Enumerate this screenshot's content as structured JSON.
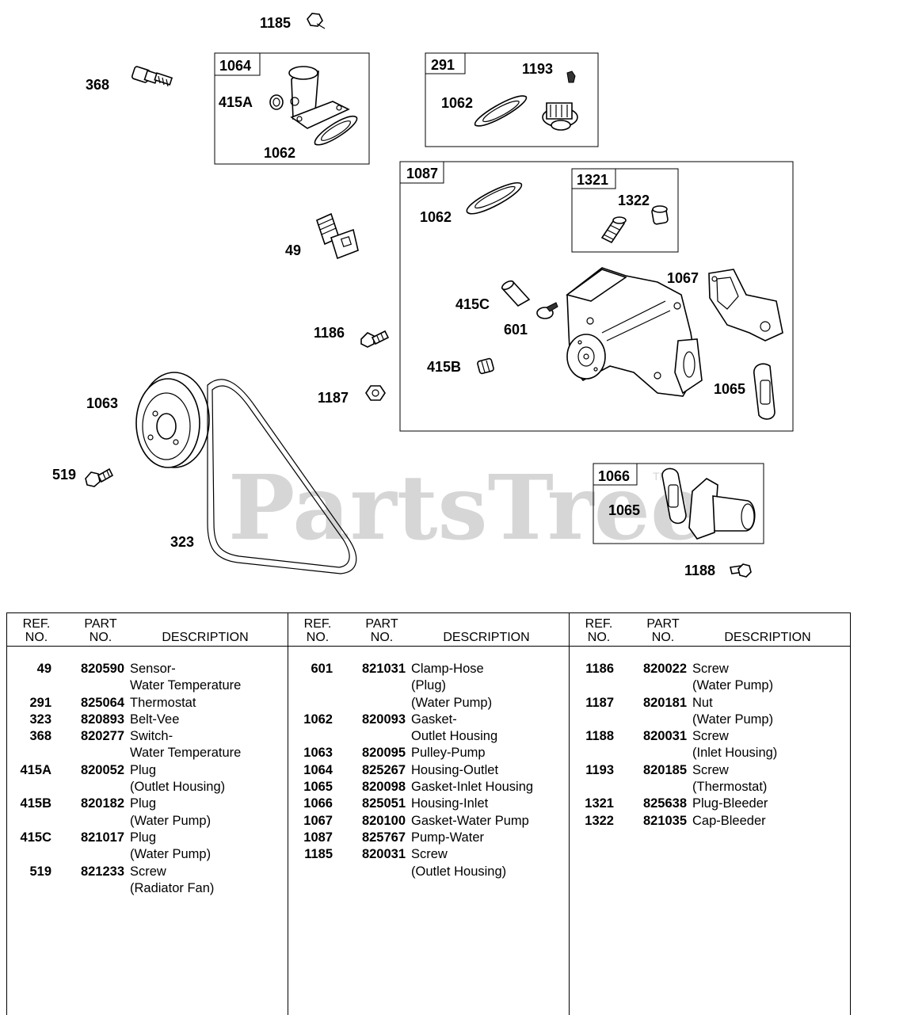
{
  "watermark": "PartsTree",
  "watermark_tm": "TM",
  "callouts": {
    "c1185_top": "1185",
    "c368": "368",
    "c415A": "415A",
    "c1062_a": "1062",
    "c1193": "1193",
    "c1062_b": "1062",
    "c1062_c": "1062",
    "c1322": "1322",
    "c49": "49",
    "c1067": "1067",
    "c415C": "415C",
    "c601": "601",
    "c1186": "1186",
    "c415B": "415B",
    "c1065_a": "1065",
    "c1187": "1187",
    "c1063": "1063",
    "c519": "519",
    "c1065_b": "1065",
    "c323": "323",
    "c1188": "1188"
  },
  "box_labels": {
    "b1064": "1064",
    "b291": "291",
    "b1087": "1087",
    "b1321": "1321",
    "b1066": "1066"
  },
  "table": {
    "headers": {
      "ref": [
        "REF.",
        "NO."
      ],
      "part": [
        "PART",
        "NO."
      ],
      "desc": "DESCRIPTION"
    },
    "columns": [
      [
        {
          "ref": "49",
          "part": "820590",
          "desc": [
            "Sensor-",
            "Water Temperature"
          ]
        },
        {
          "ref": "291",
          "part": "825064",
          "desc": [
            "Thermostat"
          ]
        },
        {
          "ref": "323",
          "part": "820893",
          "desc": [
            "Belt-Vee"
          ]
        },
        {
          "ref": "368",
          "part": "820277",
          "desc": [
            "Switch-",
            "Water Temperature"
          ]
        },
        {
          "ref": "415A",
          "part": "820052",
          "desc": [
            "Plug",
            "(Outlet Housing)"
          ]
        },
        {
          "ref": "415B",
          "part": "820182",
          "desc": [
            "Plug",
            "(Water Pump)"
          ]
        },
        {
          "ref": "415C",
          "part": "821017",
          "desc": [
            "Plug",
            "(Water Pump)"
          ]
        },
        {
          "ref": "519",
          "part": "821233",
          "desc": [
            "Screw",
            "(Radiator Fan)"
          ]
        }
      ],
      [
        {
          "ref": "601",
          "part": "821031",
          "desc": [
            "Clamp-Hose",
            "(Plug)",
            "(Water Pump)"
          ]
        },
        {
          "ref": "1062",
          "part": "820093",
          "desc": [
            "Gasket-",
            "Outlet Housing"
          ]
        },
        {
          "ref": "1063",
          "part": "820095",
          "desc": [
            "Pulley-Pump"
          ]
        },
        {
          "ref": "1064",
          "part": "825267",
          "desc": [
            "Housing-Outlet"
          ]
        },
        {
          "ref": "1065",
          "part": "820098",
          "desc": [
            "Gasket-Inlet Housing"
          ]
        },
        {
          "ref": "1066",
          "part": "825051",
          "desc": [
            "Housing-Inlet"
          ]
        },
        {
          "ref": "1067",
          "part": "820100",
          "desc": [
            "Gasket-Water Pump"
          ]
        },
        {
          "ref": "1087",
          "part": "825767",
          "desc": [
            "Pump-Water"
          ]
        },
        {
          "ref": "1185",
          "part": "820031",
          "desc": [
            "Screw",
            "(Outlet Housing)"
          ]
        }
      ],
      [
        {
          "ref": "1186",
          "part": "820022",
          "desc": [
            "Screw",
            "(Water Pump)"
          ]
        },
        {
          "ref": "1187",
          "part": "820181",
          "desc": [
            "Nut",
            "(Water Pump)"
          ]
        },
        {
          "ref": "1188",
          "part": "820031",
          "desc": [
            "Screw",
            "(Inlet Housing)"
          ]
        },
        {
          "ref": "1193",
          "part": "820185",
          "desc": [
            "Screw",
            "(Thermostat)"
          ]
        },
        {
          "ref": "1321",
          "part": "825638",
          "desc": [
            "Plug-Bleeder"
          ]
        },
        {
          "ref": "1322",
          "part": "821035",
          "desc": [
            "Cap-Bleeder"
          ]
        }
      ]
    ]
  }
}
